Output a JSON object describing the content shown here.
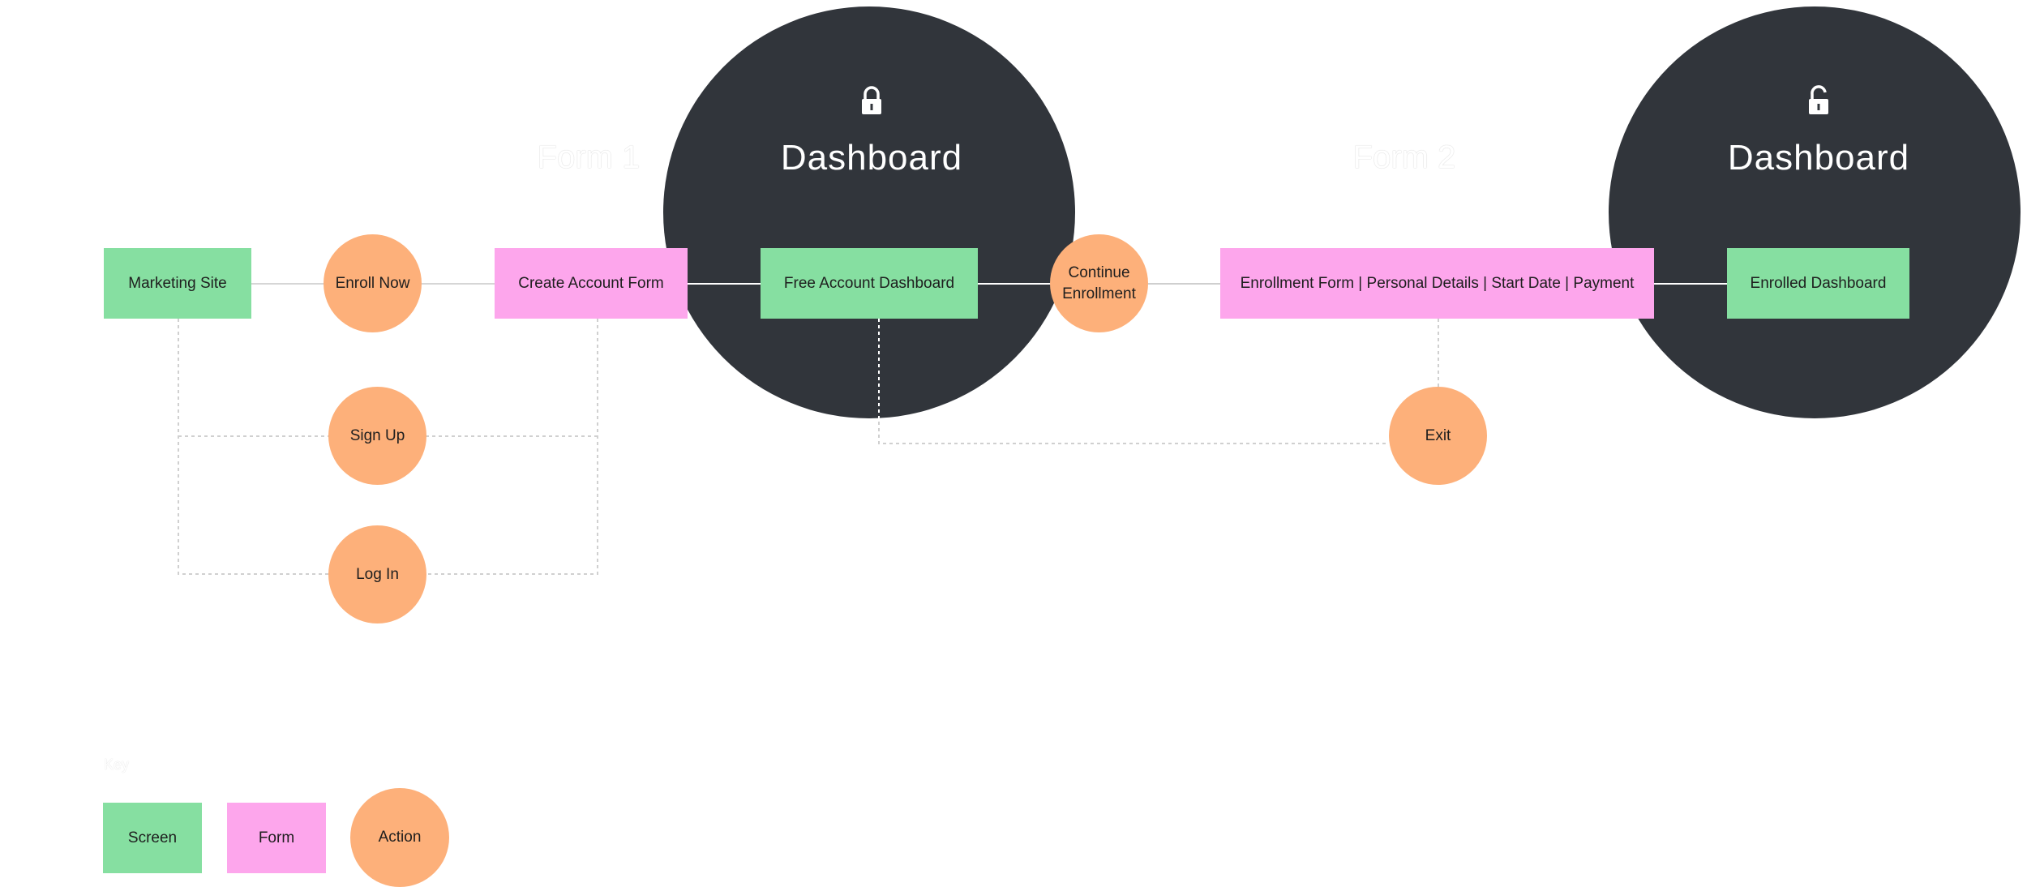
{
  "sections": {
    "locked_title": "Dashboard",
    "unlocked_title": "Dashboard",
    "form1_label": "Form 1",
    "form2_label": "Form 2"
  },
  "nodes": {
    "marketing_site": "Marketing Site",
    "enroll_now": "Enroll Now",
    "create_account_form": "Create Account Form",
    "free_account_dashboard": "Free Account Dashboard",
    "continue_enrollment": "Continue Enrollment",
    "enrollment_form": "Enrollment Form | Personal Details | Start Date | Payment",
    "enrolled_dashboard": "Enrolled Dashboard",
    "sign_up": "Sign Up",
    "log_in": "Log In",
    "exit": "Exit"
  },
  "key": {
    "title": "Key",
    "screen": "Screen",
    "form": "Form",
    "action": "Action"
  },
  "icons": {
    "locked": "lock-closed-icon",
    "unlocked": "lock-open-icon"
  },
  "colors": {
    "screen": "#86dfa1",
    "form": "#fda6ec",
    "action": "#fdb07a",
    "dashboard_zone": "#31353b",
    "connector": "#d6d6d6"
  }
}
